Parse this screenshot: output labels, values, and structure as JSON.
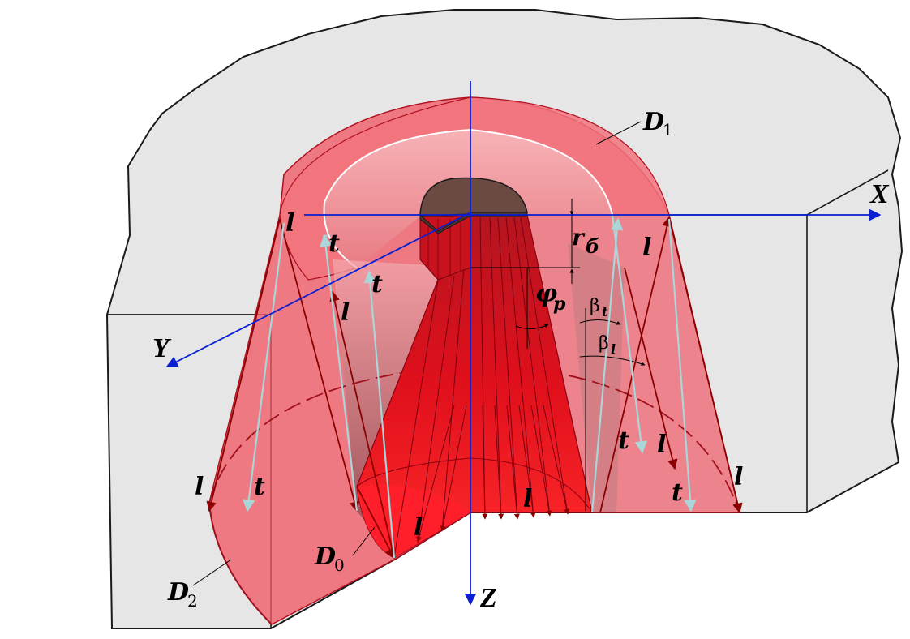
{
  "labels": {
    "axis_x": "X",
    "axis_y": "Y",
    "axis_z": "Z",
    "d1_main": "D",
    "d1_sub": "1",
    "d0_main": "D",
    "d0_sub": "0",
    "d2_main": "D",
    "d2_sub": "2",
    "r_main": "r",
    "r_sub": "б",
    "phi_main": "φ",
    "phi_sub": "p",
    "beta_t_main": "β",
    "beta_t_sub": "t",
    "beta_l_main": "β",
    "beta_l_sub": "l",
    "l": "l",
    "t": "t"
  },
  "colors": {
    "block": "#e6e6e6",
    "cone_outer": "#ef5a66",
    "cone_inner": "#e1001a",
    "axis": "#0a1ed2",
    "arrow_dark": "#8b0000",
    "arrow_light": "#a9d6d8"
  }
}
